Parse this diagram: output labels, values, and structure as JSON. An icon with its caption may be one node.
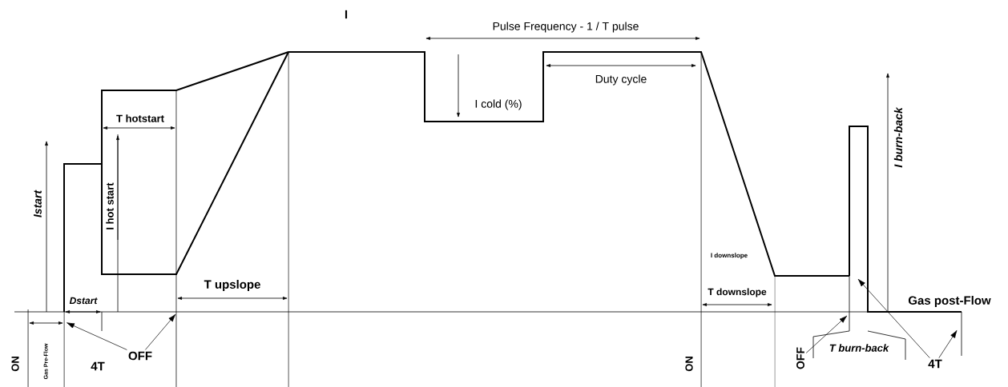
{
  "diagram": {
    "nodes": [
      {
        "text": [
          "OFF"
        ]
      },
      {
        "text": [
          "OFF"
        ]
      },
      {
        "text": [
          "4T"
        ]
      }
    ],
    "edges": [
      {
        "from": 0,
        "to": null,
        "arrow": "to"
      },
      {
        "from": 0,
        "to": null,
        "arrow": "to"
      },
      {
        "from": 1,
        "to": null,
        "arrow": "to"
      },
      {
        "from": 2,
        "to": null,
        "arrow": "to"
      },
      {
        "from": 2,
        "to": null,
        "arrow": "to"
      }
    ],
    "labels": [
      "I",
      "Pulse Frequency - 1 / T pulse",
      "Duty cycle",
      "I cold (%)",
      "T hotstart",
      "I hot start",
      "Istart",
      "I downslope",
      "I burn-back",
      "Dstart",
      "T upslope",
      "T downslope",
      "Gas post-Flow",
      "ON",
      "Gas Pre-Flow",
      "4T",
      "ON",
      "T burn-back"
    ]
  }
}
